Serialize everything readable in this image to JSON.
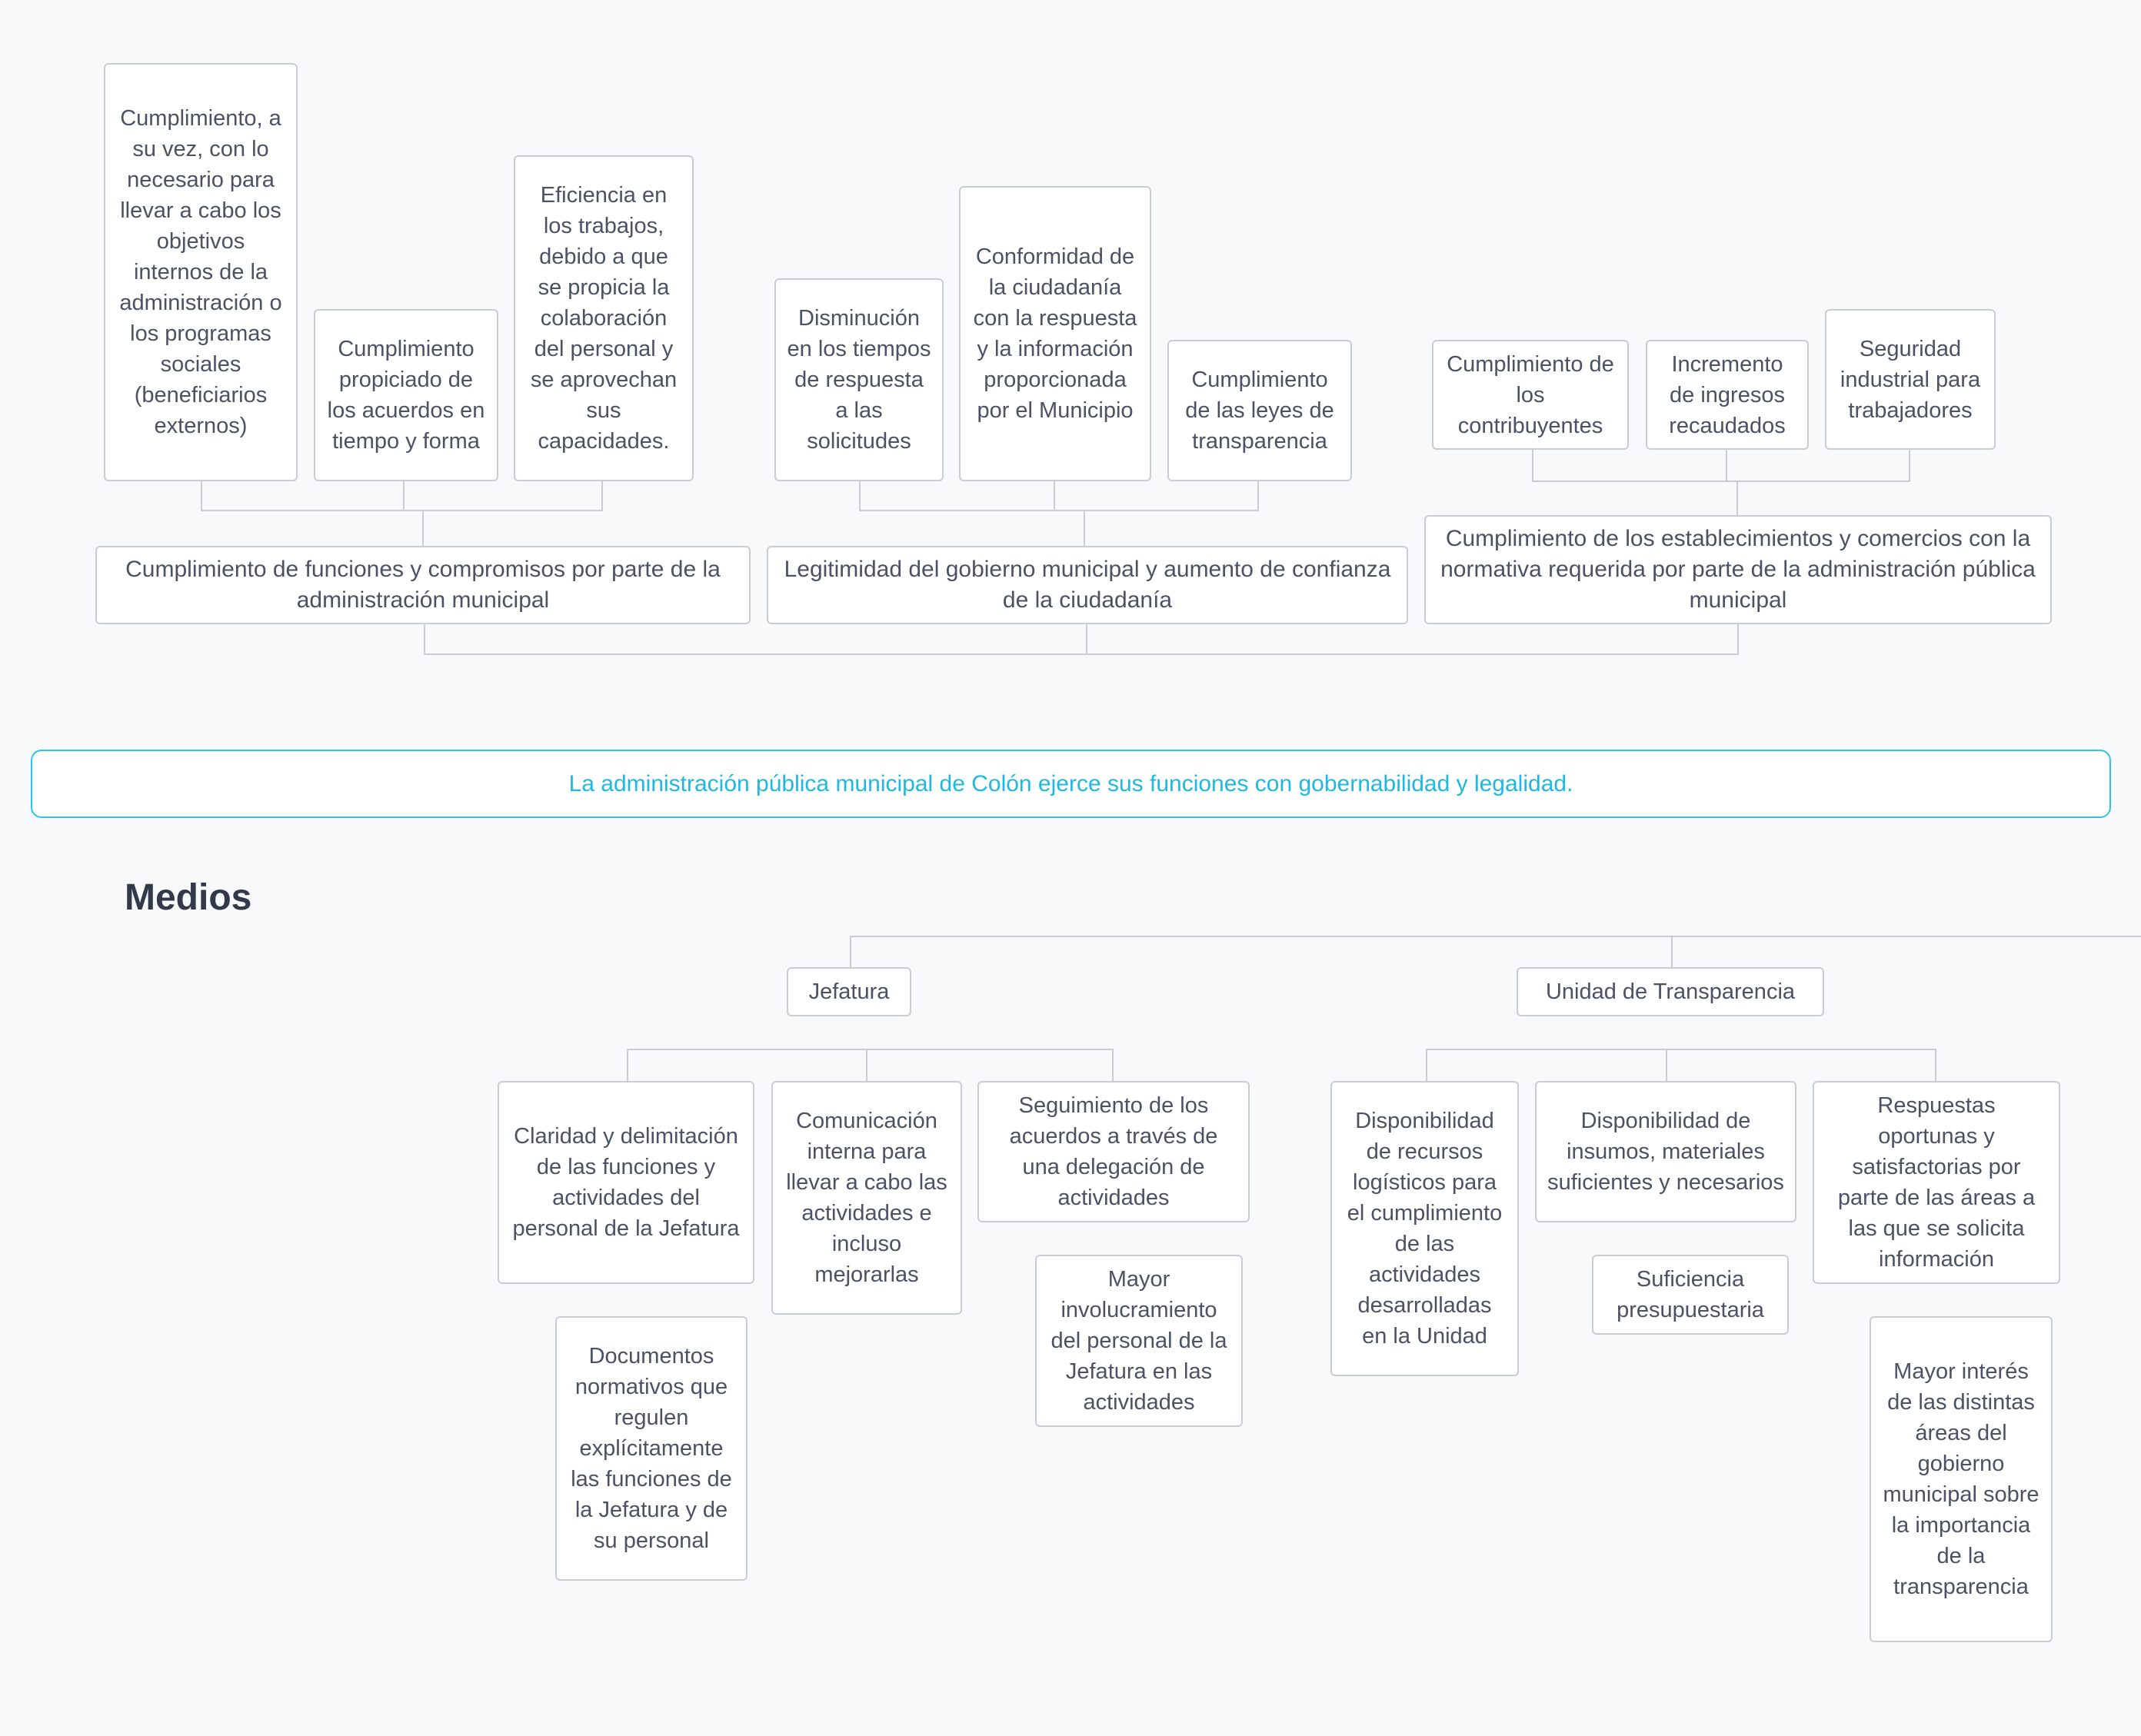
{
  "effects": {
    "group1": {
      "children": [
        "Cumplimiento, a su vez, con lo necesario para llevar a cabo los objetivos internos de la administración o los programas sociales (beneficiarios externos)",
        "Cumplimiento propiciado de los acuerdos en tiempo y forma",
        "Eficiencia en los trabajos, debido a que se propicia la colaboración del personal y se aprovechan sus capacidades."
      ],
      "parent": "Cumplimiento de funciones y compromisos por parte de la administración municipal"
    },
    "group2": {
      "children": [
        "Disminución en los tiempos de respuesta a las solicitudes",
        "Conformidad de la ciudadanía con la respuesta y la información proporcionada por el Municipio",
        "Cumplimiento de las leyes de transparencia"
      ],
      "parent": "Legitimidad del gobierno municipal y aumento de confianza de la ciudadanía"
    },
    "group3": {
      "children": [
        "Cumplimiento de los contribuyentes",
        "Incremento de ingresos recaudados",
        "Seguridad industrial para trabajadores"
      ],
      "parent": "Cumplimiento de los establecimientos y comercios con la normativa requerida por parte de la administración pública municipal"
    }
  },
  "central": "La administración pública municipal de Colón ejerce sus funciones con gobernabilidad y legalidad.",
  "medios": {
    "title": "Medios",
    "jefatura": {
      "label": "Jefatura",
      "items": [
        "Claridad y delimitación de las funciones y actividades del personal de la Jefatura",
        "Documentos normativos que regulen explícitamente las funciones de la Jefatura y de su personal",
        "Comunicación interna para llevar a cabo las actividades e incluso mejorarlas",
        "Seguimiento de los acuerdos a través de una delegación de actividades",
        "Mayor involucramiento del personal de la Jefatura en las actividades"
      ]
    },
    "transparencia": {
      "label": "Unidad de Transparencia",
      "items": [
        "Disponibilidad de recursos logísticos para el cumplimiento de las actividades desarrolladas en la Unidad",
        "Disponibilidad de insumos, materiales suficientes y necesarios",
        "Suficiencia presupuestaria",
        "Respuestas oportunas y satisfactorias por parte de las áreas a las que se solicita información",
        "Mayor interés de las distintas áreas del gobierno municipal sobre la importancia de la transparencia"
      ]
    }
  }
}
